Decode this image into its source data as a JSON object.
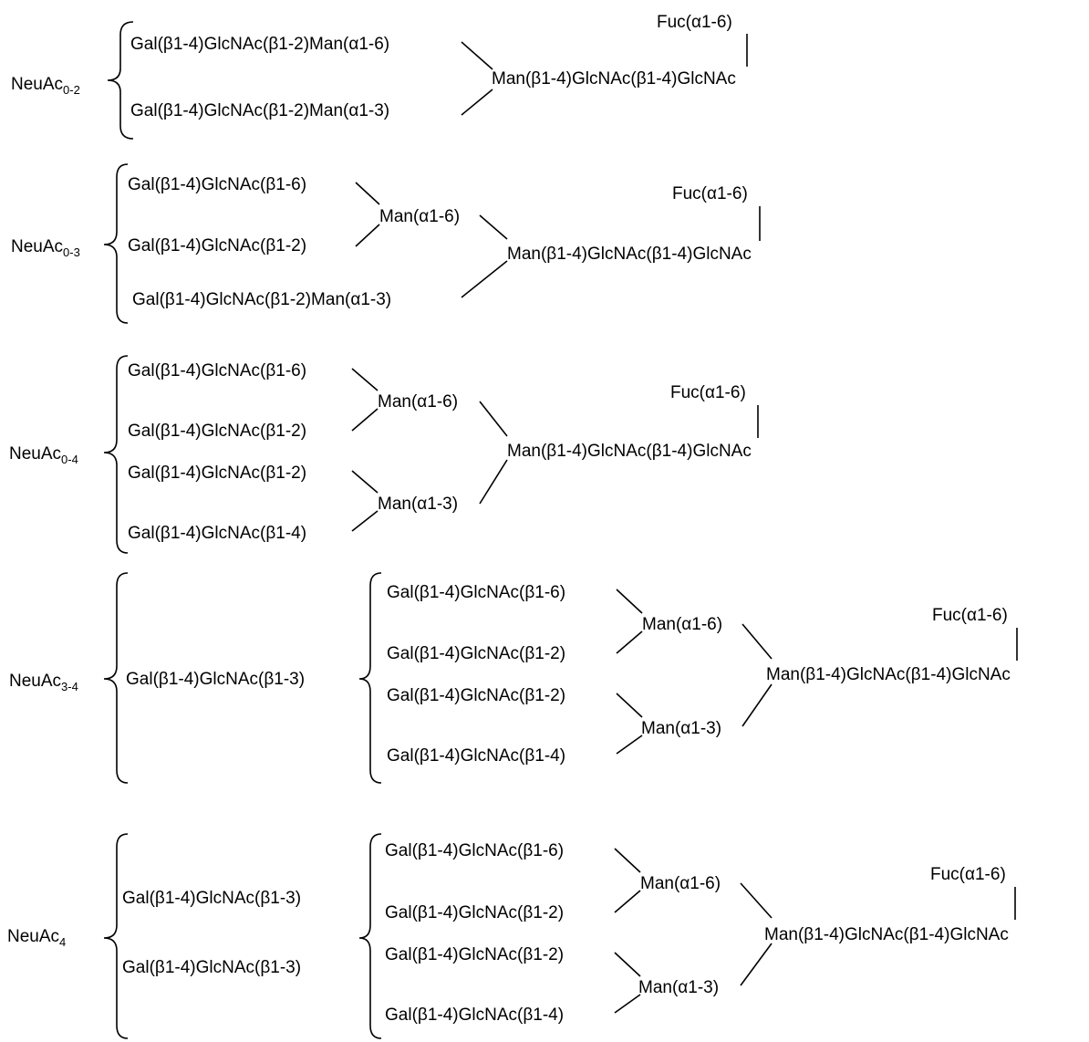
{
  "structures": [
    {
      "prefix": "NeuAc",
      "sub": "0-2",
      "arm_a_top": "Gal(β1-4)GlcNAc(β1-2)Man(α1-6)",
      "arm_a_bottom": "Gal(β1-4)GlcNAc(β1-2)Man(α1-3)",
      "core": "Man(β1-4)GlcNAc(β1-4)GlcNAc",
      "fucose": "Fuc(α1-6)"
    },
    {
      "prefix": "NeuAc",
      "sub": "0-3",
      "branch_1": "Gal(β1-4)GlcNAc(β1-6)",
      "branch_2": "Gal(β1-4)GlcNAc(β1-2)",
      "man_a16": "Man(α1-6)",
      "arm_b": "Gal(β1-4)GlcNAc(β1-2)Man(α1-3)",
      "core": "Man(β1-4)GlcNAc(β1-4)GlcNAc",
      "fucose": "Fuc(α1-6)"
    },
    {
      "prefix": "NeuAc",
      "sub": "0-4",
      "branch_1": "Gal(β1-4)GlcNAc(β1-6)",
      "branch_2": "Gal(β1-4)GlcNAc(β1-2)",
      "branch_3": "Gal(β1-4)GlcNAc(β1-2)",
      "branch_4": "Gal(β1-4)GlcNAc(β1-4)",
      "man_a16": "Man(α1-6)",
      "man_a13": "Man(α1-3)",
      "core": "Man(β1-4)GlcNAc(β1-4)GlcNAc",
      "fucose": "Fuc(α1-6)"
    },
    {
      "prefix": "NeuAc",
      "sub": "3-4",
      "extension": "Gal(β1-4)GlcNAc(β1-3)",
      "branch_1": "Gal(β1-4)GlcNAc(β1-6)",
      "branch_2": "Gal(β1-4)GlcNAc(β1-2)",
      "branch_3": "Gal(β1-4)GlcNAc(β1-2)",
      "branch_4": "Gal(β1-4)GlcNAc(β1-4)",
      "man_a16": "Man(α1-6)",
      "man_a13": "Man(α1-3)",
      "core": "Man(β1-4)GlcNAc(β1-4)GlcNAc",
      "fucose": "Fuc(α1-6)"
    },
    {
      "prefix": "NeuAc",
      "sub": "4",
      "extension_1": "Gal(β1-4)GlcNAc(β1-3)",
      "extension_2": "Gal(β1-4)GlcNAc(β1-3)",
      "branch_1": "Gal(β1-4)GlcNAc(β1-6)",
      "branch_2": "Gal(β1-4)GlcNAc(β1-2)",
      "branch_3": "Gal(β1-4)GlcNAc(β1-2)",
      "branch_4": "Gal(β1-4)GlcNAc(β1-4)",
      "man_a16": "Man(α1-6)",
      "man_a13": "Man(α1-3)",
      "core": "Man(β1-4)GlcNAc(β1-4)GlcNAc",
      "fucose": "Fuc(α1-6)"
    }
  ]
}
